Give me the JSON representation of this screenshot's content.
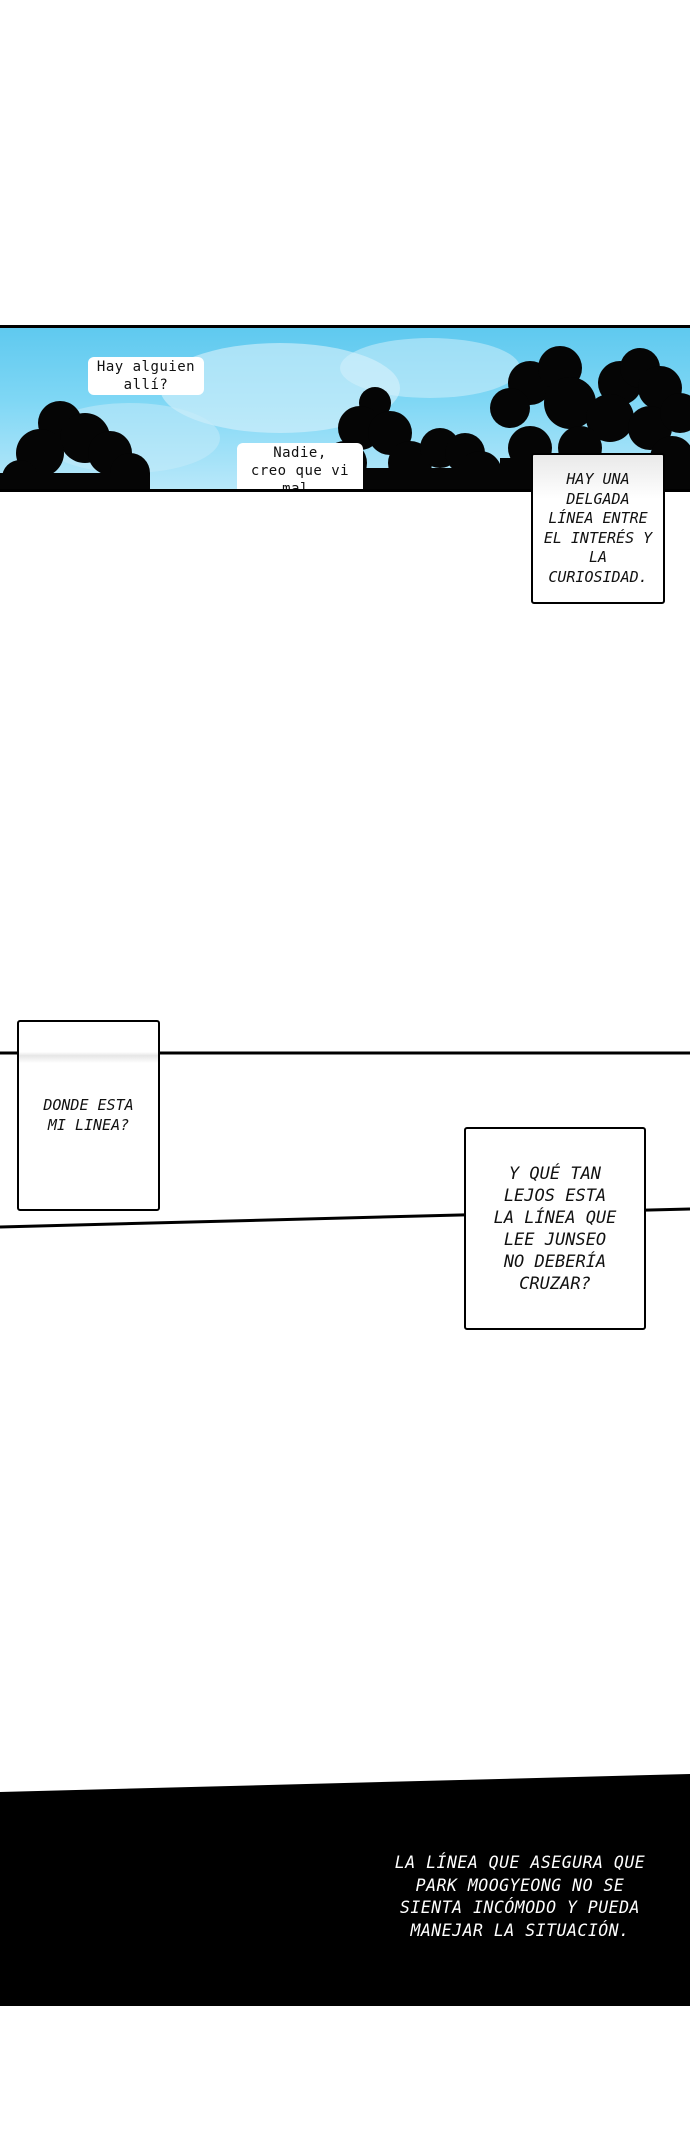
{
  "panel1": {
    "speech_1": "Hay alguien\nallí?",
    "speech_2": "Nadie,\ncreo que vi\nmal.",
    "caption": "HAY UNA\nDELGADA\nLÍNEA ENTRE\nEL INTERÉS Y\nLA\nCURIOSIDAD."
  },
  "panel2": {
    "caption_left": "DONDE ESTA\nMI LINEA?",
    "caption_right": "Y QUÉ TAN\nLEJOS ESTA\nLA LÍNEA QUE\nLEE JUNSEO\nNO DEBERÍA\nCRUZAR?"
  },
  "panel3": {
    "caption": "LA LÍNEA QUE ASEGURA QUE\nPARK MOOGYEONG NO SE\nSIENTA INCÓMODO Y PUEDA\nMANEJAR LA SITUACIÓN."
  },
  "colors": {
    "sky_top": "#5fc9ef",
    "sky_bottom": "#b8e8fa",
    "ink": "#000000",
    "paper": "#ffffff"
  }
}
